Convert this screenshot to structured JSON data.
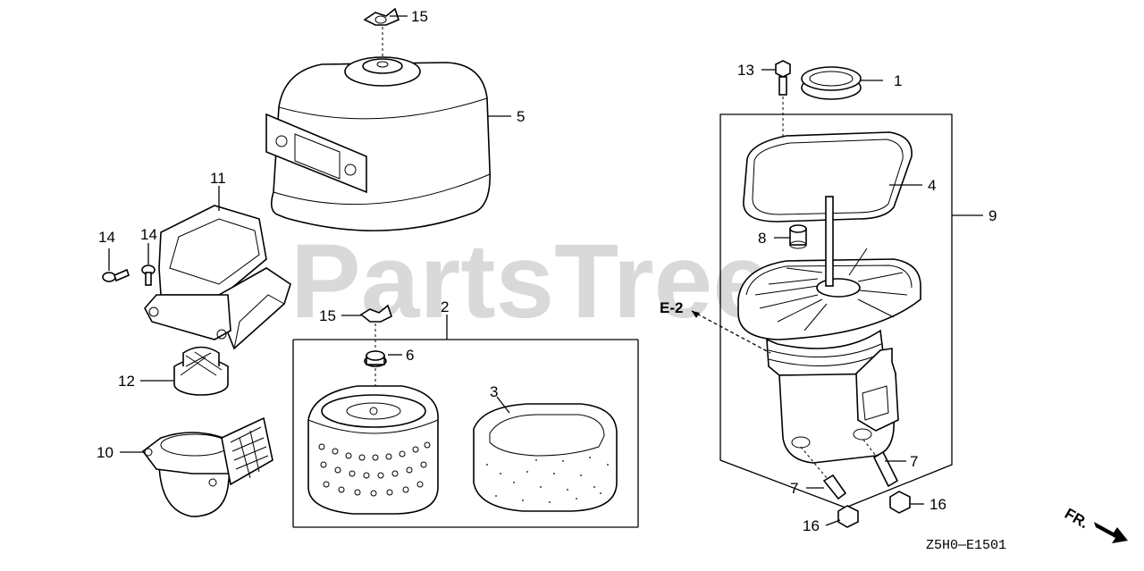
{
  "watermark": "PartsTree",
  "reference": "E-2",
  "diagram_code": "Z5H0—E1501",
  "direction_mark": "FR.",
  "callouts": {
    "c1": "1",
    "c2": "2",
    "c3": "3",
    "c4": "4",
    "c5": "5",
    "c6": "6",
    "c7a": "7",
    "c7b": "7",
    "c8": "8",
    "c9": "9",
    "c10": "10",
    "c11": "11",
    "c12": "12",
    "c13": "13",
    "c14a": "14",
    "c14b": "14",
    "c15a": "15",
    "c15b": "15",
    "c16a": "16",
    "c16b": "16"
  }
}
